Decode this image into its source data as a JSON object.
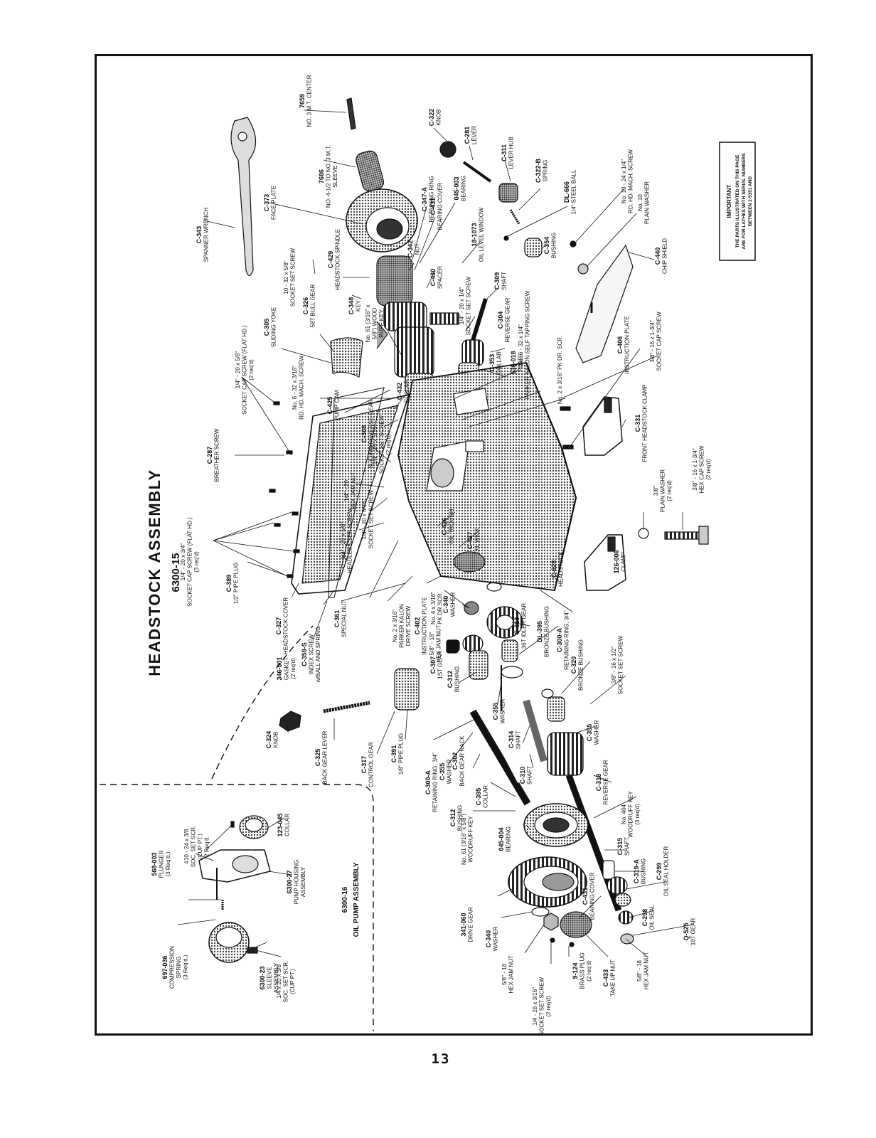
{
  "page": {
    "title": "HEADSTOCK ASSEMBLY",
    "subtitle": "6300-15",
    "page_number": "13"
  },
  "note": {
    "heading": "IMPORTANT",
    "lines": [
      "THE PARTS ILLUSTRATED ON THIS PAGE",
      "ARE FOR LATHES WITH SERIAL NUMBERS",
      "BETWEEN  2-5351 AND"
    ]
  },
  "pump_assembly": {
    "number": "6300-16",
    "title": "OIL PUMP ASSEMBLY"
  },
  "parts": [
    {
      "id": "c343",
      "num": "C-343",
      "lines": [
        "SPANNER WRENCH"
      ]
    },
    {
      "id": "c373",
      "num": "C-373",
      "lines": [
        "FACE PLATE"
      ]
    },
    {
      "id": "p7686",
      "num": "7686",
      "lines": [
        "NO. 4-1/2 TO NO. 3 M.T.",
        "SLEEVE"
      ]
    },
    {
      "id": "p7659",
      "num": "7659",
      "lines": [
        "NO. 3 M.T. CENTER"
      ]
    },
    {
      "id": "c322",
      "num": "C-322",
      "lines": [
        "KNOB"
      ]
    },
    {
      "id": "c281",
      "num": "C-281",
      "lines": [
        "LEVER"
      ]
    },
    {
      "id": "c311",
      "num": "C-311",
      "lines": [
        "LEVER HUB"
      ]
    },
    {
      "id": "c322b",
      "num": "C-322-B",
      "lines": [
        "SPRING"
      ]
    },
    {
      "id": "dl666",
      "num": "DL-666",
      "lines": [
        "1/4\" STEEL BALL"
      ]
    },
    {
      "id": "nr10",
      "num": "",
      "lines": [
        "No. 10 - 24 x 1/4\"",
        "RD. HD. MACH. SCREW"
      ]
    },
    {
      "id": "nw10",
      "num": "",
      "lines": [
        "No. 10",
        "PLAIN WASHER"
      ]
    },
    {
      "id": "c440",
      "num": "C-440",
      "lines": [
        "CHIP SHIELD"
      ]
    },
    {
      "id": "c354",
      "num": "C-354",
      "lines": [
        "BUSHING"
      ]
    },
    {
      "id": "p181073",
      "num": "18-1073",
      "lines": [
        "OIL LEVEL WINDOW"
      ]
    },
    {
      "id": "c347a",
      "num": "C-347-A",
      "lines": [
        "RETAINING RING"
      ]
    },
    {
      "id": "c431a",
      "num": "C-431",
      "lines": [
        "BEARING COVER"
      ]
    },
    {
      "id": "p045003a",
      "num": "045-003",
      "lines": [
        "BEARING"
      ]
    },
    {
      "id": "c342",
      "num": "C-342",
      "lines": [
        "NUT"
      ]
    },
    {
      "id": "sss1032",
      "num": "",
      "lines": [
        "10 - 32 x 5/8\"",
        "SOCKET SET SCREW"
      ]
    },
    {
      "id": "c429",
      "num": "C-429",
      "lines": [
        "HEADSTOCK SPINDLE"
      ]
    },
    {
      "id": "c430",
      "num": "C-430",
      "lines": [
        "SPACER"
      ]
    },
    {
      "id": "c309",
      "num": "C-309",
      "lines": [
        "SHAFT"
      ]
    },
    {
      "id": "sss1420",
      "num": "",
      "lines": [
        "1/4\" - 20 x 1/4\"",
        "SOCKET SET SCREW"
      ]
    },
    {
      "id": "c348",
      "num": "C-348",
      "lines": [
        "KEY"
      ]
    },
    {
      "id": "c326",
      "num": "C-326",
      "lines": [
        "58T BULL GEAR"
      ]
    },
    {
      "id": "c305",
      "num": "C-305",
      "lines": [
        "SLIDING YOKE"
      ]
    },
    {
      "id": "wr61",
      "num": "",
      "lines": [
        "No. 61 (3/16\" x",
        "5/8\") WOOD",
        "RUFF KEY"
      ]
    },
    {
      "id": "c304",
      "num": "C-304",
      "lines": [
        "REVERSE GEAR"
      ]
    },
    {
      "id": "tap632",
      "num": "",
      "lines": [
        "No. 6 - 32 x 1/4\"",
        "PARKER KALON SELF TAPPING SCREW"
      ]
    },
    {
      "id": "p536018",
      "num": "536-018",
      "lines": [
        "PLATE"
      ]
    },
    {
      "id": "pk2316",
      "num": "",
      "lines": [
        "No. 2 x 3/16\" PK DR. SCR."
      ]
    },
    {
      "id": "c353",
      "num": "C-353",
      "lines": [
        "COLLAR"
      ]
    },
    {
      "id": "scs142058",
      "num": "",
      "lines": [
        "1/4\" - 20 x 5/8\"",
        "SOCKET CAP SCREW (FLAT HD.)",
        "(2 req'd)"
      ]
    },
    {
      "id": "rd632",
      "num": "",
      "lines": [
        "No. 6 - 32 x 3/16\"",
        "RD. HD. MACH. SCREW"
      ]
    },
    {
      "id": "c425",
      "num": "C-425",
      "lines": [
        "PUMP CAM"
      ]
    },
    {
      "id": "c432",
      "num": "C-432",
      "lines": [
        "COLLAR"
      ]
    },
    {
      "id": "c308",
      "num": "C-308",
      "lines": [
        "SLIDING REVERSE GEAR"
      ]
    },
    {
      "id": "sss1420516",
      "num": "",
      "lines": [
        "1/4\" - 20 x 5/16\"",
        "SOCKET SET SCREW",
        "(2 req'd)"
      ]
    },
    {
      "id": "c406",
      "num": "C-406",
      "lines": [
        "INSTRUCTION PLATE"
      ]
    },
    {
      "id": "scs381634",
      "num": "",
      "lines": [
        "3/8\" - 16 x 1-3/4\"",
        "SOCKET CAP SCREW"
      ]
    },
    {
      "id": "c331",
      "num": "C-331",
      "lines": [
        "FRONT HEADSTOCK CLAMP"
      ]
    },
    {
      "id": "c287",
      "num": "C-287",
      "lines": [
        "BREATHER SCREW"
      ]
    },
    {
      "id": "hjn1420",
      "num": "",
      "lines": [
        "1/4\" - 20",
        "HEX JAM NUT"
      ]
    },
    {
      "id": "sss1420516b",
      "num": "",
      "lines": [
        "1/4\" - 20 x 5/16\"",
        "SOCKET SET SCREW"
      ]
    },
    {
      "id": "hss142058",
      "num": "",
      "lines": [
        "1/4\" - 20 x 5/8\"",
        "HEADLESS SET SCREW"
      ]
    },
    {
      "id": "c426",
      "num": "C-426",
      "lines": [
        "OIL TROUGH"
      ]
    },
    {
      "id": "c427",
      "num": "C-427",
      "lines": [
        "OIL WICK"
      ]
    },
    {
      "id": "pw38",
      "num": "",
      "lines": [
        "3/8\"",
        "PLAIN WASHER",
        "(2 req'd)"
      ]
    },
    {
      "id": "hcs381634",
      "num": "",
      "lines": [
        "3/8\" - 16 x 1-3/4\"",
        "HEX CAP SCREW",
        "(2 req'd)"
      ]
    },
    {
      "id": "scs14203",
      "num": "",
      "lines": [
        "1/4\" - 20 x 3/4\"",
        "SOCKET CAP SCREW (FLAT HD.)",
        "(3 req'd)"
      ]
    },
    {
      "id": "c389",
      "num": "C-389",
      "lines": [
        "1/2\" PIPE PLUG"
      ]
    },
    {
      "id": "c327",
      "num": "C-327",
      "lines": [
        "HEADSTOCK COVER"
      ]
    },
    {
      "id": "c628",
      "num": "C-628",
      "lines": [
        "HEADSTOCK"
      ]
    },
    {
      "id": "p126006",
      "num": "126-006",
      "lines": [
        "CLAMP"
      ]
    },
    {
      "id": "c361",
      "num": "C-361",
      "lines": [
        "SPECIAL NUT"
      ]
    },
    {
      "id": "pkd2316",
      "num": "",
      "lines": [
        "No. 2 x 3/16\"",
        "PARKER KALON",
        "DRIVE SCREW"
      ]
    },
    {
      "id": "pk4316",
      "num": "",
      "lines": [
        "No. 4 x 3/16\"",
        "PK DR SCR."
      ]
    },
    {
      "id": "c402",
      "num": "C-402",
      "lines": [
        "INSTRUCTION PLATE"
      ]
    },
    {
      "id": "hjn5818",
      "num": "",
      "lines": [
        "5/8\" - 18\"",
        "HEX JAM NUT"
      ]
    },
    {
      "id": "c340a",
      "num": "C-340",
      "lines": [
        "WASHER"
      ]
    },
    {
      "id": "c313",
      "num": "C-313",
      "lines": [
        "36T IDLER GEAR"
      ]
    },
    {
      "id": "dl395",
      "num": "DL-395",
      "lines": [
        "BRONZE BUSHING"
      ]
    },
    {
      "id": "c300a1",
      "num": "C-300-A",
      "lines": [
        "RETAINING RING, 3/4\""
      ]
    },
    {
      "id": "c359s",
      "num": "C-359-S",
      "lines": [
        "INDEX SCREW",
        "w/BALL AND SPRING"
      ]
    },
    {
      "id": "p346001",
      "num": "346-001",
      "lines": [
        "GASKET",
        "(2 req'd)"
      ]
    },
    {
      "id": "c307",
      "num": "C-307",
      "lines": [
        "1ST GEAR"
      ]
    },
    {
      "id": "c312a",
      "num": "C-312",
      "lines": [
        "BUSHING"
      ]
    },
    {
      "id": "c320",
      "num": "C-320",
      "lines": [
        "BRONZE BUSHING"
      ]
    },
    {
      "id": "sss381612",
      "num": "",
      "lines": [
        "3/8\" - 16 x 1/2\"",
        "SOCKET SET SCREW"
      ]
    },
    {
      "id": "c355a",
      "num": "C-355",
      "lines": [
        "WASHER"
      ]
    },
    {
      "id": "c355b",
      "num": "C-355",
      "lines": [
        "WASHER"
      ]
    },
    {
      "id": "c391",
      "num": "C-391",
      "lines": [
        "1/8\" PIPE PLUG"
      ]
    },
    {
      "id": "c317",
      "num": "C-317",
      "lines": [
        "CONTROL GEAR"
      ]
    },
    {
      "id": "c325",
      "num": "C-325",
      "lines": [
        "BACK GEAR LEVER"
      ]
    },
    {
      "id": "c324",
      "num": "C-324",
      "lines": [
        "KNOB"
      ]
    },
    {
      "id": "c314",
      "num": "C-314",
      "lines": [
        "SHAFT"
      ]
    },
    {
      "id": "c302",
      "num": "C-302",
      "lines": [
        "BACK GEAR RACK"
      ]
    },
    {
      "id": "c355c",
      "num": "C-355",
      "lines": [
        "WASHER"
      ]
    },
    {
      "id": "c300a2",
      "num": "C-300-A",
      "lines": [
        "RETAINING RING, 3/4\""
      ]
    },
    {
      "id": "c310",
      "num": "C-310",
      "lines": [
        "SHAFT"
      ]
    },
    {
      "id": "c318",
      "num": "C-318",
      "lines": [
        "REVERSE GEAR"
      ]
    },
    {
      "id": "wk404",
      "num": "",
      "lines": [
        "No. 404",
        "WOODRUFF KEY",
        "(3 req'd)"
      ]
    },
    {
      "id": "c395",
      "num": "C-395",
      "lines": [
        "COLLAR"
      ]
    },
    {
      "id": "wk61",
      "num": "",
      "lines": [
        "No. 61 (3/16\" x 5/8\")",
        "WOODRUFF KEY"
      ]
    },
    {
      "id": "c312b",
      "num": "C-312",
      "lines": [
        "BUSHING"
      ]
    },
    {
      "id": "p045004",
      "num": "045-004",
      "lines": [
        "BEARING"
      ]
    },
    {
      "id": "c315",
      "num": "C-315",
      "lines": [
        "SHAFT"
      ]
    },
    {
      "id": "c319a",
      "num": "C-319-A",
      "lines": [
        "BUSHING"
      ]
    },
    {
      "id": "c299",
      "num": "C-299",
      "lines": [
        "OIL SEAL HOLDER"
      ]
    },
    {
      "id": "c298",
      "num": "C-298",
      "lines": [
        "OIL SEAL"
      ]
    },
    {
      "id": "q525",
      "num": "Q-525",
      "lines": [
        "18T GEAR"
      ]
    },
    {
      "id": "c431b",
      "num": "C-431",
      "lines": [
        "BEARING COVER"
      ]
    },
    {
      "id": "p341060",
      "num": "341-060",
      "lines": [
        "DRIVE GEAR"
      ]
    },
    {
      "id": "c340b",
      "num": "C-340",
      "lines": [
        "WASHER"
      ]
    },
    {
      "id": "hjn5818b",
      "num": "",
      "lines": [
        "5/8\" - 18",
        "HEX JAM NUT"
      ]
    },
    {
      "id": "p9124",
      "num": "9-124",
      "lines": [
        "BRASS PLUG",
        "(2 req'd)"
      ]
    },
    {
      "id": "c433",
      "num": "C-433",
      "lines": [
        "TAKE UP NUT"
      ]
    },
    {
      "id": "hjn5818c",
      "num": "",
      "lines": [
        "5/8\" - 18",
        "HEX JAM NUT"
      ]
    },
    {
      "id": "sss1428",
      "num": "",
      "lines": [
        "1/4 - 28 x 3/16\"",
        "SOCKET SET SCREW",
        "(2 req'd)"
      ]
    },
    {
      "id": "p568003",
      "num": "568-003",
      "lines": [
        "PLUNGER",
        "(3 Req'd.)"
      ]
    },
    {
      "id": "p10sss",
      "num": "",
      "lines": [
        "#10 - 24 x 3/8",
        "SOC. SET SCR.",
        "(CUP PT.)",
        "2 Req'd."
      ]
    },
    {
      "id": "p123045",
      "num": "123-045",
      "lines": [
        "COLLAR"
      ]
    },
    {
      "id": "p630027",
      "num": "6300-27",
      "lines": [
        "PUMP HOUSING",
        "ASSEMBLY"
      ]
    },
    {
      "id": "p697036",
      "num": "697-036",
      "lines": [
        "COMPRESSION",
        "SPRING",
        "(3 Req'd.)"
      ]
    },
    {
      "id": "p630023",
      "num": "6300-23",
      "lines": [
        "SLEEVE",
        "ASSEMBLY"
      ]
    },
    {
      "id": "p14sss",
      "num": "",
      "lines": [
        "1/4 x 20 x 3/8",
        "SOC. SET SCR.",
        "(CUP PT.)"
      ]
    }
  ]
}
